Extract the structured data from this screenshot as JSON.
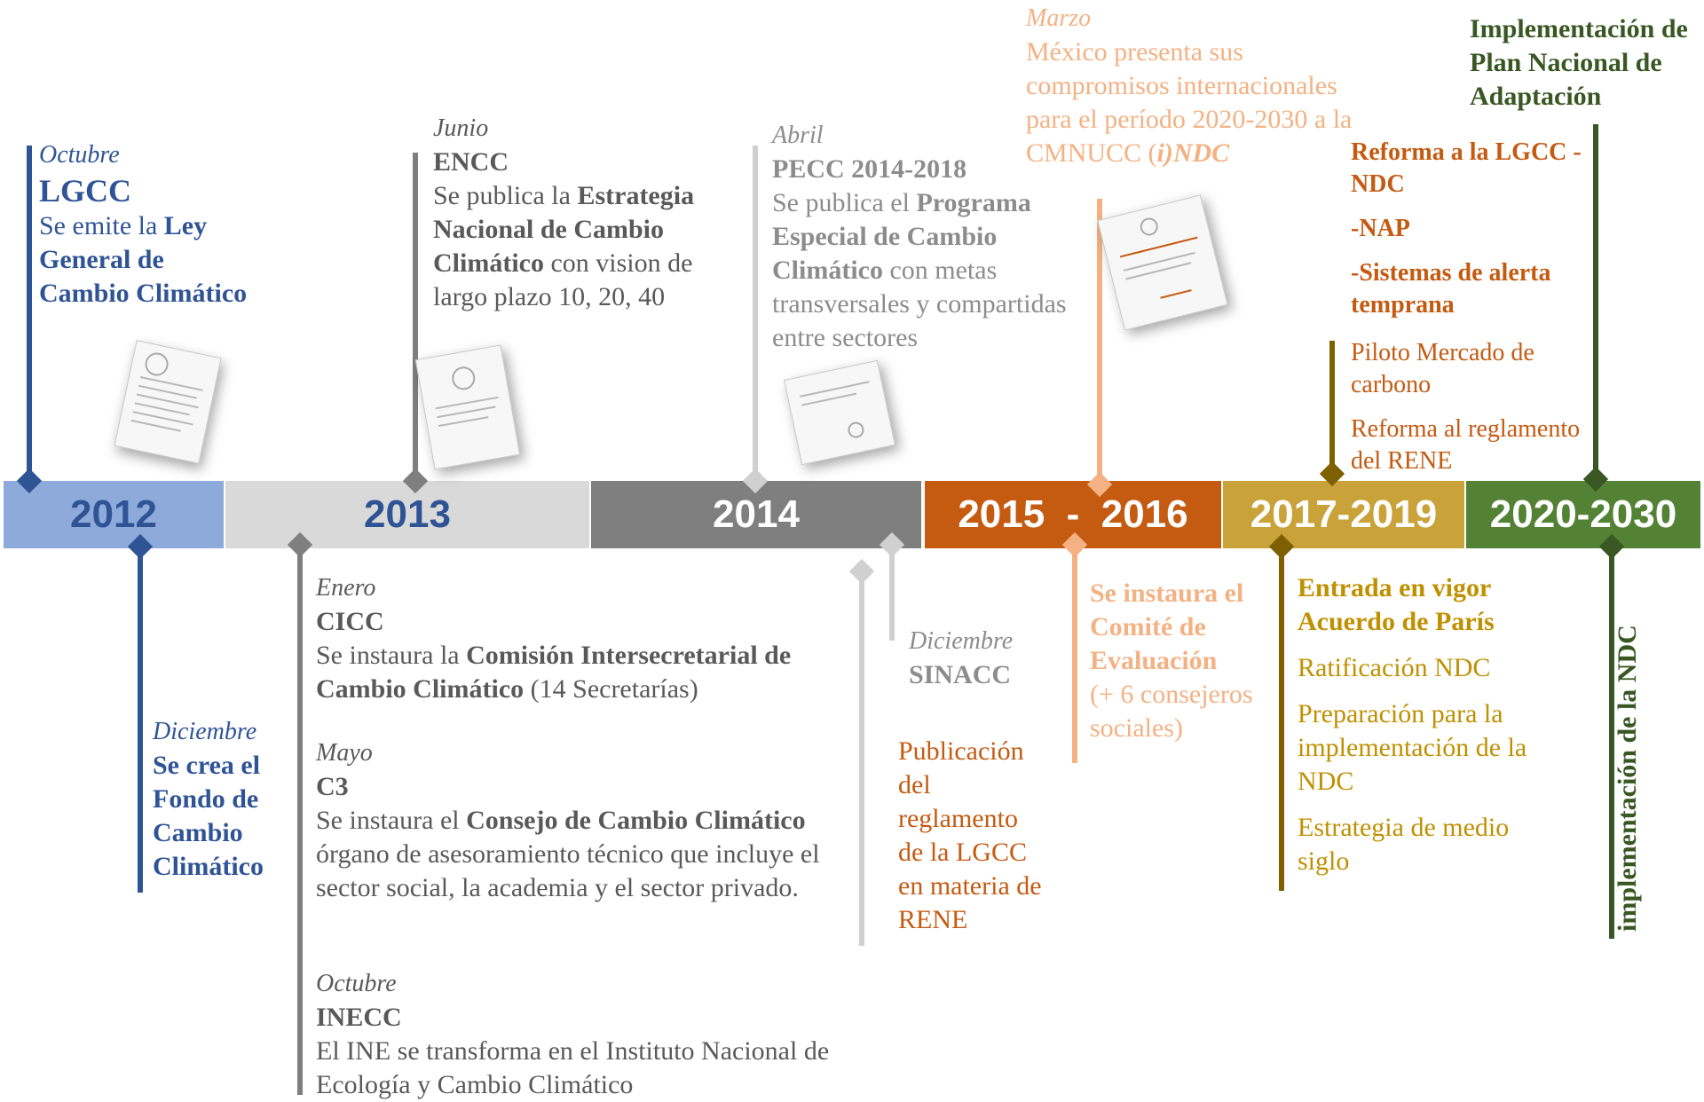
{
  "timeline": {
    "segments": [
      {
        "label": "2012",
        "color": "#8eaadb",
        "text_color": "#2f5496"
      },
      {
        "label": "2013",
        "color": "#d9d9d9",
        "text_color": "#2f5496"
      },
      {
        "label": "2014",
        "color": "#7f7f7f",
        "text_color": "#ffffff"
      },
      {
        "label": "2015  -  2016",
        "color": "#c55a11",
        "text_color": "#ffffff"
      },
      {
        "label": "2017-2019",
        "color": "#c9a239",
        "text_color": "#ffffff"
      },
      {
        "label": "2020-2030",
        "color": "#548235",
        "text_color": "#ffffff"
      }
    ]
  },
  "colors": {
    "blue": "#2f5496",
    "gray_dark": "#595959",
    "gray_mid": "#7f7f7f",
    "gray_light": "#bfbfbf",
    "orange": "#c55a11",
    "peach": "#f4b183",
    "gold": "#bf9000",
    "olive": "#7f6000",
    "green": "#385723"
  },
  "events": {
    "lgcc": {
      "month": "Octubre",
      "title": "LGCC",
      "pre": "Se emite la ",
      "bold": "Ley General de Cambio Climático"
    },
    "fondo": {
      "month": "Diciembre",
      "title": "Se crea el Fondo de Cambio Climático"
    },
    "encc": {
      "month": "Junio",
      "title": "ENCC",
      "pre": "Se publica la ",
      "bold": "Estrategia Nacional de Cambio Climático",
      "post": " con vision de largo plazo 10, 20, 40"
    },
    "cicc": {
      "month": "Enero",
      "title": "CICC",
      "pre": "Se instaura la ",
      "bold": "Comisión Intersecretarial de Cambio Climático",
      "post": " (14 Secretarías)"
    },
    "c3": {
      "month": "Mayo",
      "title": "C3",
      "pre": "Se instaura el ",
      "bold": "Consejo de Cambio Climático",
      "post": " órgano de asesoramiento técnico que incluye el sector social, la academia y el sector privado."
    },
    "inecc": {
      "month": "Octubre",
      "title": "INECC",
      "body": "El INE se transforma en el Instituto Nacional de Ecología y Cambio Climático"
    },
    "pecc": {
      "month": "Abril",
      "title": "PECC 2014-2018",
      "pre": "Se publica el ",
      "bold": "Programa Especial de Cambio Climático",
      "post": " con metas transversales y compartidas entre sectores"
    },
    "sinacc": {
      "month": "Diciembre",
      "title": "SINACC"
    },
    "rene": {
      "body": "Publicación del reglamento de la LGCC en materia de RENE"
    },
    "ndc": {
      "month": "Marzo",
      "pre": "México presenta sus compromisos internacionales para el período 2020-2030 a la CMNUCC (",
      "bold_italic": "i)NDC"
    },
    "comite": {
      "bold": "Se instaura el Comité de Evaluación",
      "body": "(+ 6 consejeros sociales)"
    },
    "reformas": {
      "items": [
        "Reforma a la LGCC -NDC",
        "-NAP",
        "-Sistemas de alerta temprana"
      ]
    },
    "mercado": {
      "items": [
        "Piloto Mercado de carbono",
        "Reforma al reglamento del RENE"
      ]
    },
    "paris": {
      "bold": "Entrada en vigor Acuerdo de París",
      "items": [
        "Ratificación NDC",
        "Preparación para la implementación de la NDC",
        "Estrategia de medio siglo"
      ]
    },
    "plan": {
      "bold": "Implementación de Plan Nacional de Adaptación"
    },
    "impl": {
      "bold": "implementación de la NDC"
    }
  }
}
